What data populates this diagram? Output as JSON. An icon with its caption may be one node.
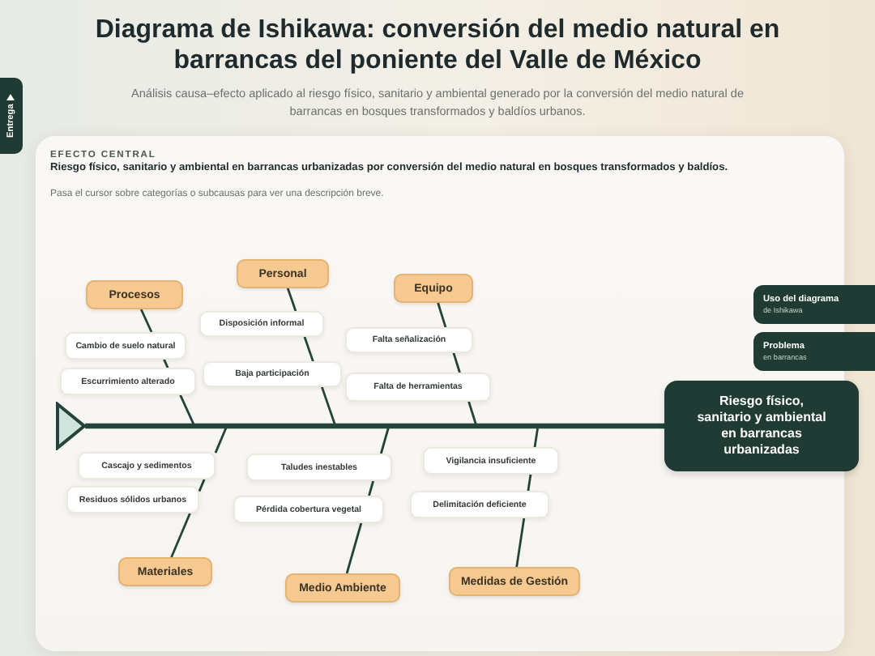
{
  "diagram": {
    "title": "Diagrama de Ishikawa: conversión del medio natural en barrancas del poniente del Valle de México",
    "nodes": [
      {
        "text": [
          "Procesos"
        ]
      },
      {
        "text": [
          "Cambio de suelo natural"
        ]
      },
      {
        "text": [
          "Escurrimiento alterado"
        ]
      },
      {
        "text": [
          "Personal"
        ]
      },
      {
        "text": [
          "Disposición informal"
        ]
      },
      {
        "text": [
          "Baja participación"
        ]
      },
      {
        "text": [
          "Equipo"
        ]
      },
      {
        "text": [
          "Falta señalización"
        ]
      },
      {
        "text": [
          "Falta de herramientas"
        ]
      },
      {
        "text": [
          "Uso del diagrama",
          "de Ishikawa"
        ]
      },
      {
        "text": [
          "Problema",
          "en barrancas"
        ]
      },
      {
        "text": [],
        "shape": "triangle"
      },
      {
        "text": [
          "Riesgo físico, sanitario y ambiental en barrancas urbanizadas"
        ]
      },
      {
        "text": [
          "Cascajo y sedimentos"
        ]
      },
      {
        "text": [
          "Residuos sólidos urbanos"
        ]
      },
      {
        "text": [
          "Materiales"
        ]
      },
      {
        "text": [
          "Taludes inestables"
        ]
      },
      {
        "text": [
          "Pérdida cobertura vegetal"
        ]
      },
      {
        "text": [
          "Medio Ambiente"
        ]
      },
      {
        "text": [
          "Vigilancia insuficiente"
        ]
      },
      {
        "text": [
          "Delimitación deficiente"
        ]
      },
      {
        "text": [
          "Medidas de Gestión"
        ]
      }
    ],
    "edges": [
      {
        "from": 11,
        "to": 12,
        "arrow": "none",
        "style": "thick"
      },
      {
        "from": 0,
        "to": 1,
        "arrow": "none"
      },
      {
        "from": 1,
        "to": 2,
        "arrow": "none"
      },
      {
        "from": 2,
        "to": 12,
        "arrow": "none"
      },
      {
        "from": 3,
        "to": 4,
        "arrow": "none"
      },
      {
        "from": 4,
        "to": 5,
        "arrow": "none"
      },
      {
        "from": 5,
        "to": 12,
        "arrow": "none"
      },
      {
        "from": 6,
        "to": 7,
        "arrow": "none"
      },
      {
        "from": 7,
        "to": 8,
        "arrow": "none"
      },
      {
        "from": 8,
        "to": 12,
        "arrow": "none"
      },
      {
        "from": 15,
        "to": 14,
        "arrow": "none"
      },
      {
        "from": 14,
        "to": 13,
        "arrow": "none"
      },
      {
        "from": 13,
        "to": 12,
        "arrow": "none"
      },
      {
        "from": 18,
        "to": 17,
        "arrow": "none"
      },
      {
        "from": 17,
        "to": 16,
        "arrow": "none"
      },
      {
        "from": 16,
        "to": 12,
        "arrow": "none"
      },
      {
        "from": 21,
        "to": 20,
        "arrow": "none"
      },
      {
        "from": 20,
        "to": 19,
        "arrow": "none"
      },
      {
        "from": 19,
        "to": 12,
        "arrow": "none"
      }
    ],
    "labels": [
      "Análisis causa–efecto aplicado al riesgo físico, sanitario y ambiental generado por la conversión del medio natural de barrancas en bosques transformados y baldíos urbanos.",
      "Entrega",
      "EFECTO CENTRAL",
      "Riesgo físico, sanitario y ambiental en barrancas urbanizadas por conversión del medio natural en bosques transformados y baldíos.",
      "Pasa el cursor sobre categorías o subcausas para ver una descripción breve."
    ]
  }
}
